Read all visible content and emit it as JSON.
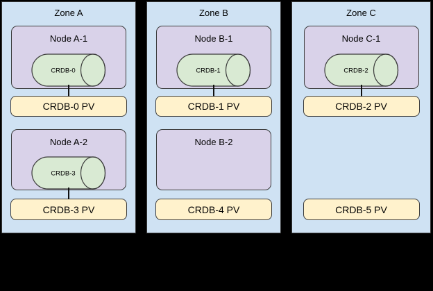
{
  "diagram": {
    "description": "Three availability zones, each containing Kubernetes nodes with CRDB pods attached to persistent volumes",
    "zones": [
      {
        "label": "Zone A",
        "slots": [
          {
            "node_label": "Node A-1",
            "pod_label": "CRDB-0",
            "pv_label": "CRDB-0 PV",
            "pod_connected_to_pv": true
          },
          {
            "node_label": "Node A-2",
            "pod_label": "CRDB-3",
            "pv_label": "CRDB-3 PV",
            "pod_connected_to_pv": true
          }
        ]
      },
      {
        "label": "Zone B",
        "slots": [
          {
            "node_label": "Node B-1",
            "pod_label": "CRDB-1",
            "pv_label": "CRDB-1 PV",
            "pod_connected_to_pv": true
          },
          {
            "node_label": "Node B-2",
            "pv_label": "CRDB-4 PV",
            "pod_connected_to_pv": false
          }
        ]
      },
      {
        "label": "Zone C",
        "slots": [
          {
            "node_label": "Node C-1",
            "pod_label": "CRDB-2",
            "pv_label": "CRDB-2 PV",
            "pod_connected_to_pv": true
          },
          {
            "pv_label": "CRDB-5 PV",
            "pod_connected_to_pv": false
          }
        ]
      }
    ],
    "colors": {
      "background": "#000000",
      "zone_fill": "#cfe2f3",
      "node_fill": "#d9d2e9",
      "pod_cylinder_fill": "#d9ead3",
      "pv_fill": "#fff2cc",
      "outline": "#3b3b3b",
      "text": "#000000"
    }
  }
}
